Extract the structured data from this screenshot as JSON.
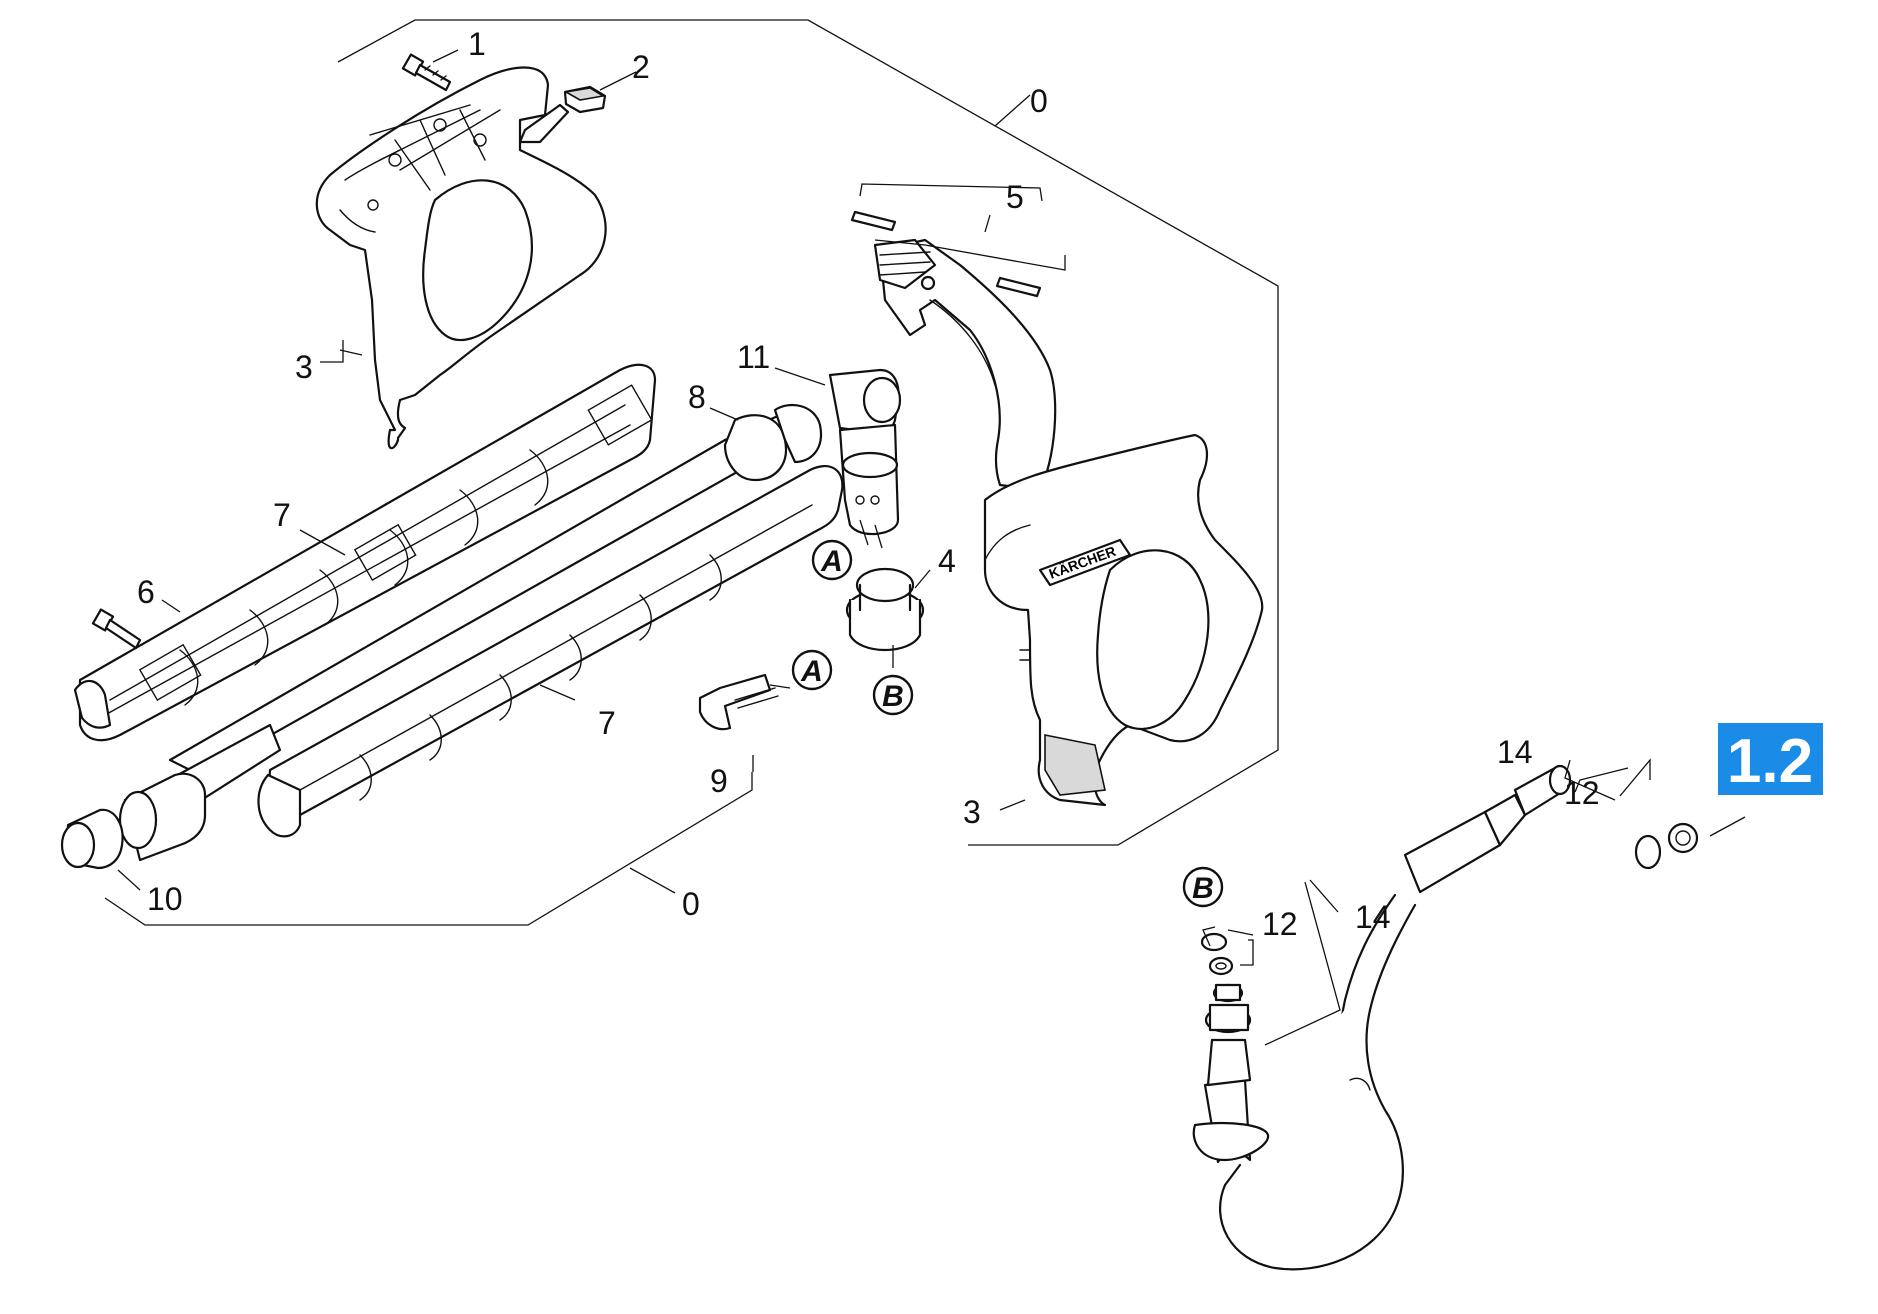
{
  "diagram": {
    "section_label": "1.2",
    "brand_text": "KÄRCHER",
    "colors": {
      "badge_background": "#1a8ce8",
      "badge_text": "#ffffff",
      "line": "#111111",
      "shading": "#d9d9d9"
    },
    "callouts": {
      "c0_top": "0",
      "c1": "1",
      "c2": "2",
      "c3_left": "3",
      "c5": "5",
      "c11": "11",
      "c8": "8",
      "c7_upper": "7",
      "c6": "6",
      "c4": "4",
      "c7_lower": "7",
      "c9": "9",
      "c3_right": "3",
      "c10": "10",
      "c0_bottom": "0",
      "c14_top": "14",
      "c12_top": "12",
      "c12_bottom": "12",
      "c14_bottom": "14"
    },
    "reference_tags": {
      "a_upper": "A",
      "a_lower": "A",
      "b_upper": "B",
      "b_lower": "B"
    }
  }
}
